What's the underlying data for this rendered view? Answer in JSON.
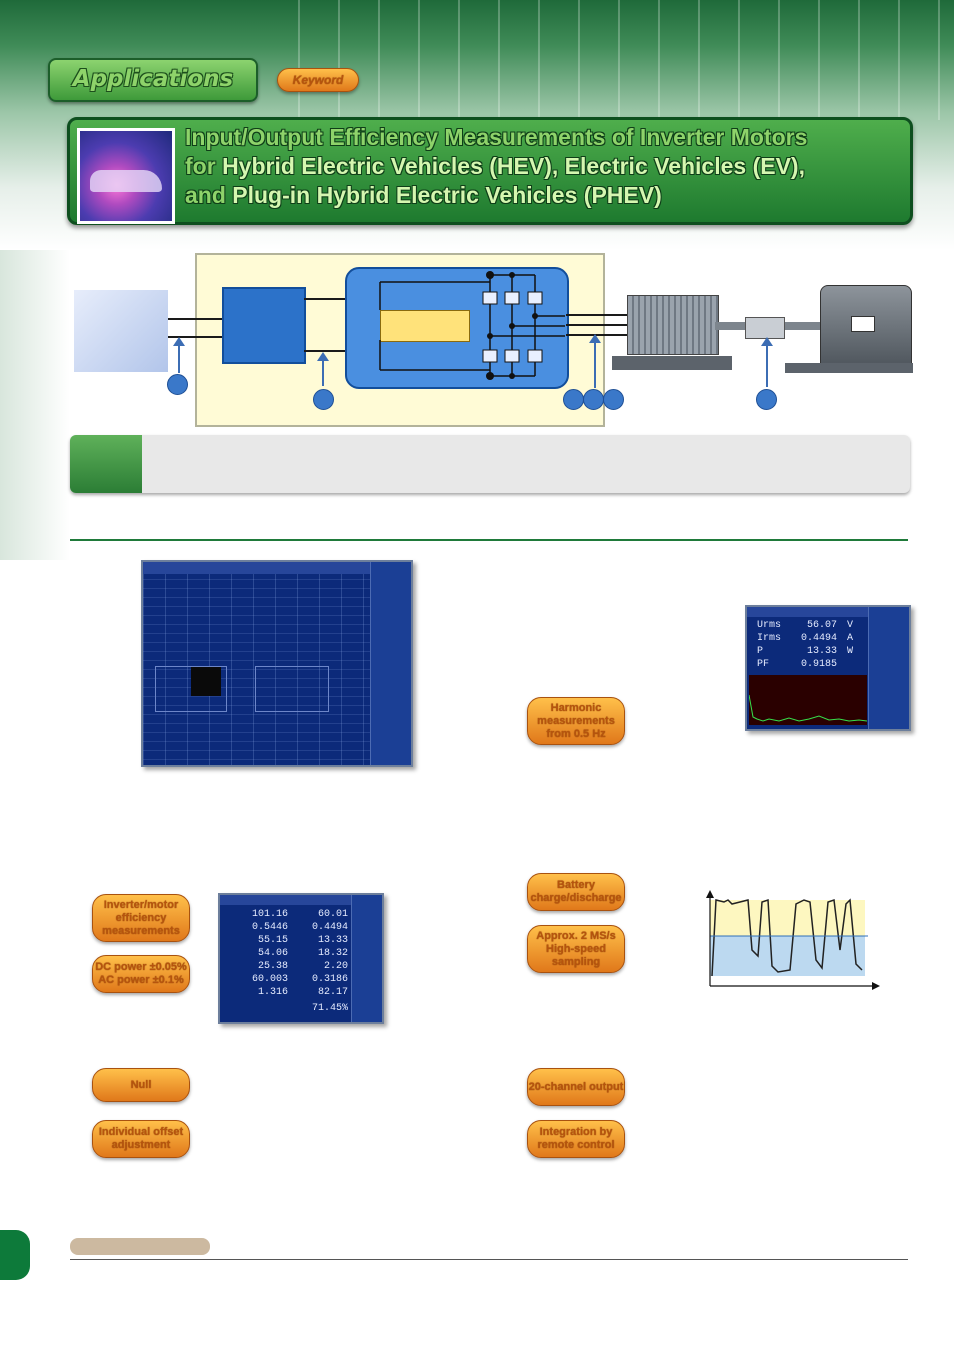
{
  "header": {
    "section_tab": "Applications",
    "keyword_badge": "Keyword",
    "title_line1": "Input/Output Efficiency Measurements of Inverter Motors",
    "title_line2_prefix": "for",
    "title_line2_rest": "Hybrid Electric Vehicles (HEV), Electric Vehicles (EV),",
    "title_line3_prefix": "and",
    "title_line3_rest": "Plug-in Hybrid Electric Vehicles (PHEV)"
  },
  "keyword_pills": {
    "harmonic": "Harmonic measurements from 0.5 Hz",
    "inverter_eff": "Inverter/motor efficiency measurements",
    "dc_power": "DC power ±0.05% AC power ±0.1%",
    "null": "Null",
    "offset": "Individual offset adjustment",
    "battery": "Battery charge/discharge",
    "approx": "Approx. 2 MS/s High-speed sampling",
    "output": "20-channel output",
    "integration": "Integration by remote control"
  },
  "screen_harmonic": {
    "rows": [
      {
        "label": "Urms",
        "value": "56.07",
        "unit": "V"
      },
      {
        "label": "Irms",
        "value": "0.4494",
        "unit": "A"
      },
      {
        "label": "P",
        "value": "13.33",
        "unit": "W"
      },
      {
        "label": "PF",
        "value": "0.9185",
        "unit": ""
      }
    ]
  },
  "screen_efficiency": {
    "col1": [
      "101.16",
      "0.5446",
      "55.15",
      "54.06",
      "25.38",
      "60.003",
      "1.316"
    ],
    "col2": [
      "60.01",
      "0.4494",
      "13.33",
      "18.32",
      "2.20",
      "0.3186",
      "82.17"
    ],
    "col3_last": "71.45%"
  },
  "colors": {
    "brand_green": "#1e7a2f",
    "title_green": "#8ed36a",
    "pill_orange": "#e0781a",
    "diagram_blue": "#2c72c9",
    "screen_blue": "#0c2a7a"
  }
}
